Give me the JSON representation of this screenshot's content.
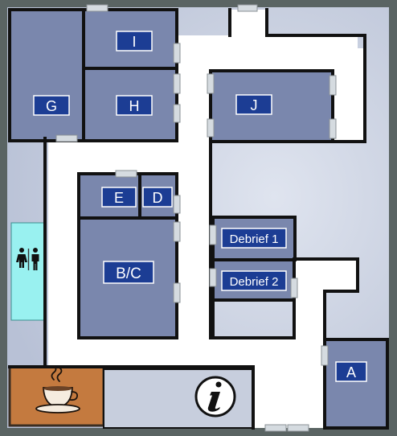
{
  "floor_plan": {
    "rooms": {
      "g": "G",
      "i": "I",
      "h": "H",
      "j": "J",
      "e": "E",
      "d": "D",
      "bc": "B/C",
      "debrief1": "Debrief 1",
      "debrief2": "Debrief 2",
      "a": "A"
    },
    "facilities": {
      "restroom": "restroom-icon",
      "cafe": "coffee-cup-icon",
      "information": "information-icon"
    },
    "colors": {
      "room_fill": "#7a87ad",
      "corridor": "#ffffff",
      "wall": "#111111",
      "outer_frame": "#5a6463",
      "label_bg": "#1c3d94",
      "open_area": "#ccd3e2",
      "restroom_fill": "#99f1f0",
      "cafe_fill": "#c47a3f",
      "door": "#d5dbe0"
    }
  }
}
